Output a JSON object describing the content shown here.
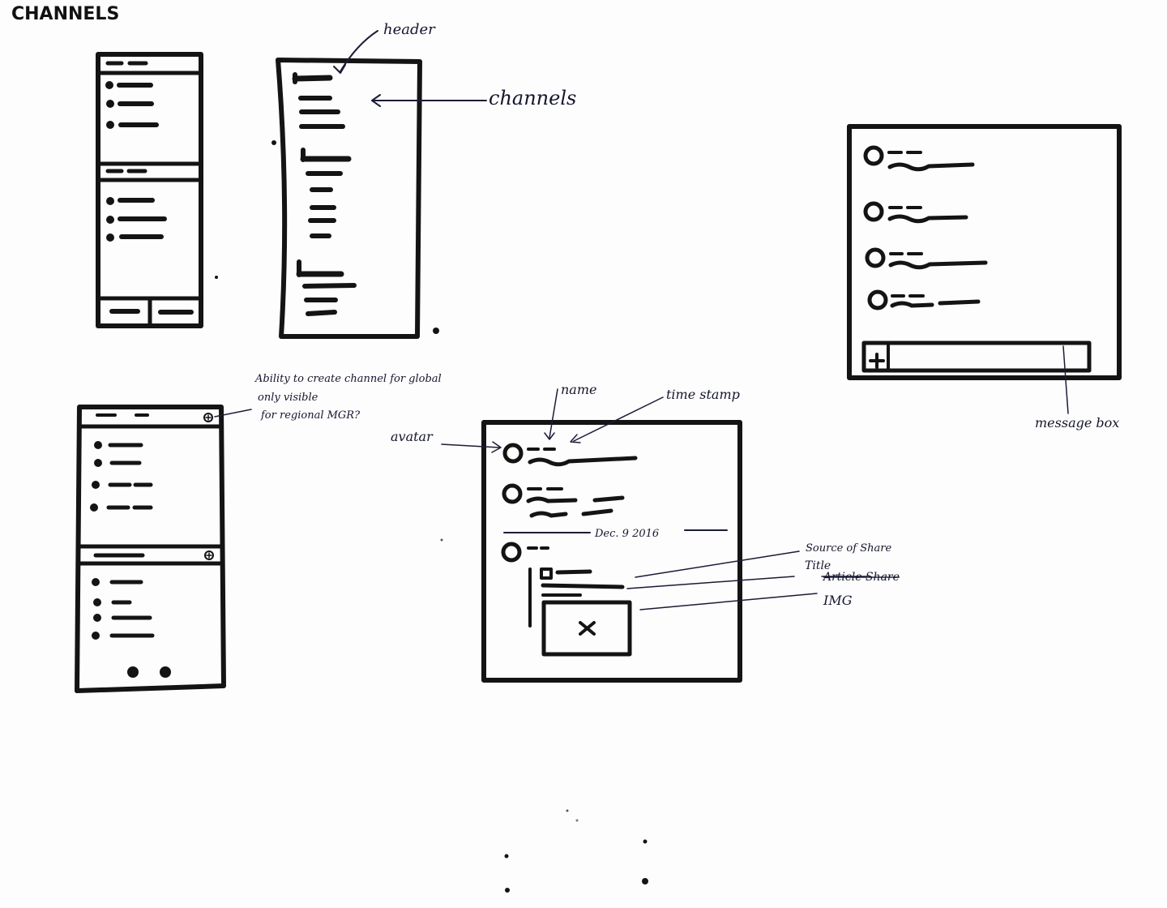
{
  "page": {
    "title": "CHANNELS"
  },
  "annotations": {
    "header": "header",
    "channels": "channels",
    "ability": {
      "line1": "Ability to create channel for global",
      "line2": "only visible",
      "line3": "for regional MGR?"
    },
    "name": "name",
    "timestamp": "time stamp",
    "avatar": "avatar",
    "date": "Dec. 9 2016",
    "source_of_share": "Source of Share",
    "title": "Title",
    "article_share": "Article Share",
    "img": "IMG",
    "message_box": "message box"
  },
  "ink": {
    "marker": "#141414",
    "pen": "#1b1c35"
  }
}
